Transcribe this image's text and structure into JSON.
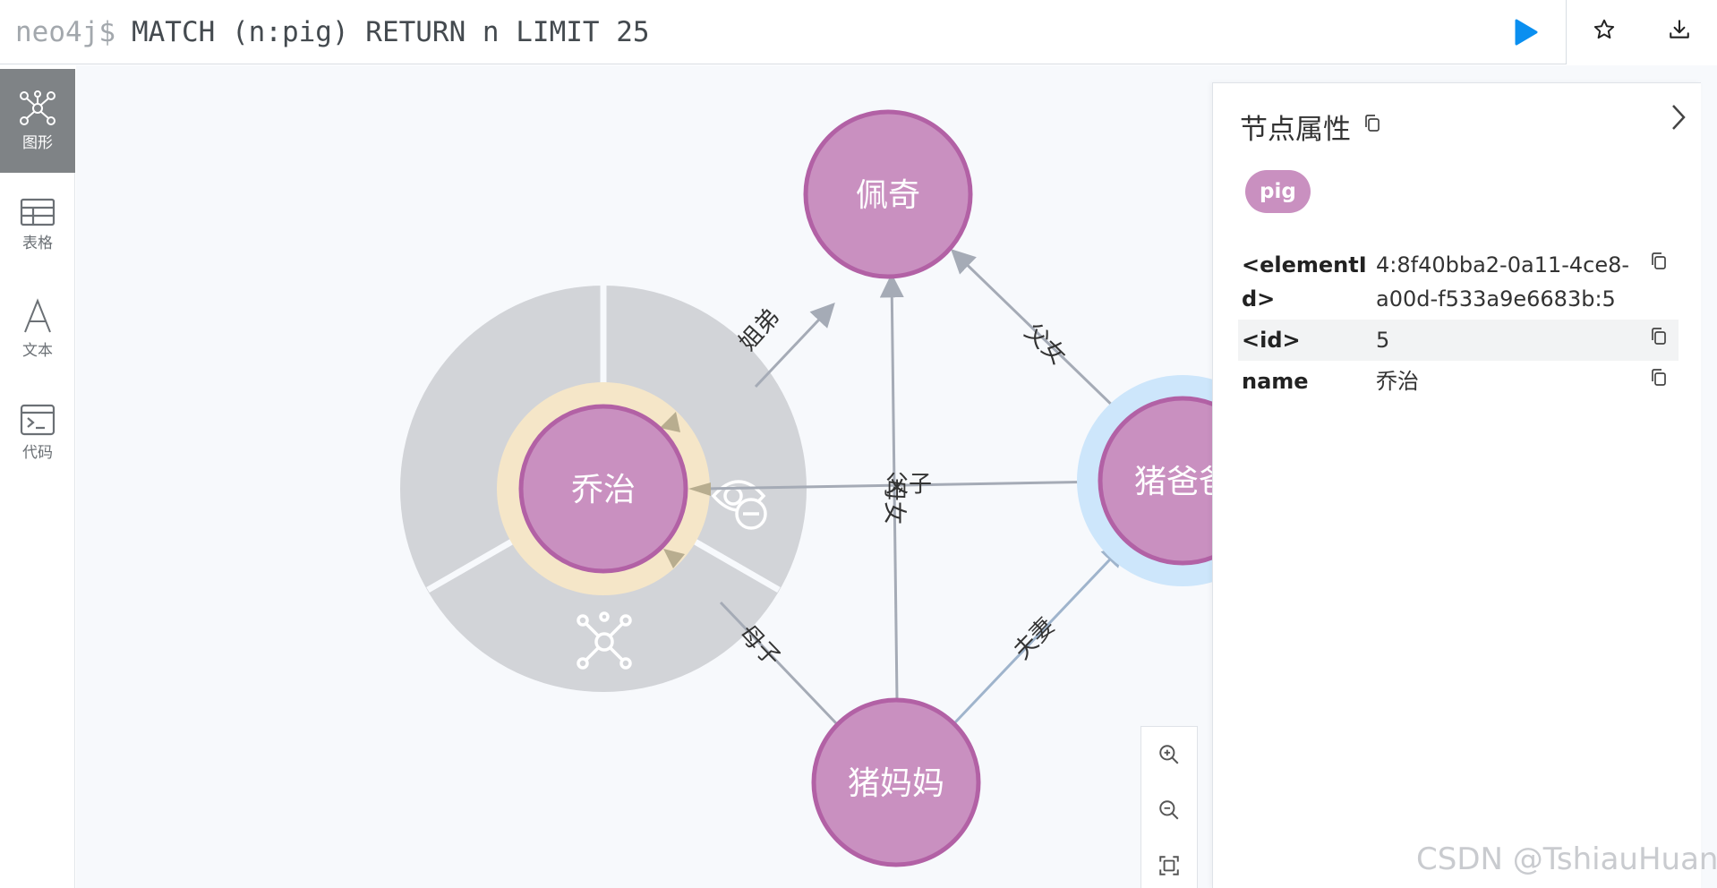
{
  "query_bar": {
    "prompt": "neo4j$",
    "query": "MATCH (n:pig) RETURN n LIMIT 25",
    "run_icon": "play-icon",
    "favorite_icon": "star-icon",
    "download_icon": "download-icon"
  },
  "sidebar": {
    "items": [
      {
        "label": "图形",
        "icon": "graph-icon",
        "active": true
      },
      {
        "label": "表格",
        "icon": "table-icon",
        "active": false
      },
      {
        "label": "文本",
        "icon": "text-icon",
        "active": false
      },
      {
        "label": "代码",
        "icon": "code-icon",
        "active": false
      }
    ]
  },
  "graph": {
    "nodes": {
      "peppa": "佩奇",
      "george": "乔治",
      "daddy": "猪爸爸",
      "mummy": "猪妈妈"
    },
    "relationships": {
      "george_peppa": "姐弟",
      "daddy_peppa": "父女",
      "mummy_peppa": "母女",
      "daddy_george": "父子",
      "mummy_george": "母子",
      "mummy_daddy": "夫妻"
    },
    "colors": {
      "node_fill": "#c990c0",
      "node_border": "#b261a5",
      "edge": "#a5abb6",
      "selected_ring": "#f5e6c8",
      "hover_ring": "#cde6fb",
      "menu": "#d2d4d8"
    },
    "ring_menu_icons": [
      "unlock-icon",
      "hide-icon",
      "expand-icon"
    ]
  },
  "zoom": {
    "zoom_in_icon": "zoom-in-icon",
    "zoom_out_icon": "zoom-out-icon",
    "fit_icon": "fit-icon"
  },
  "panel": {
    "title": "节点属性",
    "label": "pig",
    "properties": [
      {
        "key": "<elementId>",
        "value": "4:8f40bba2-0a11-4ce8-a00d-f533a9e6683b:5"
      },
      {
        "key": "<id>",
        "value": "5"
      },
      {
        "key": "name",
        "value": "乔治"
      }
    ]
  },
  "watermark": "CSDN @TshiauHuan"
}
